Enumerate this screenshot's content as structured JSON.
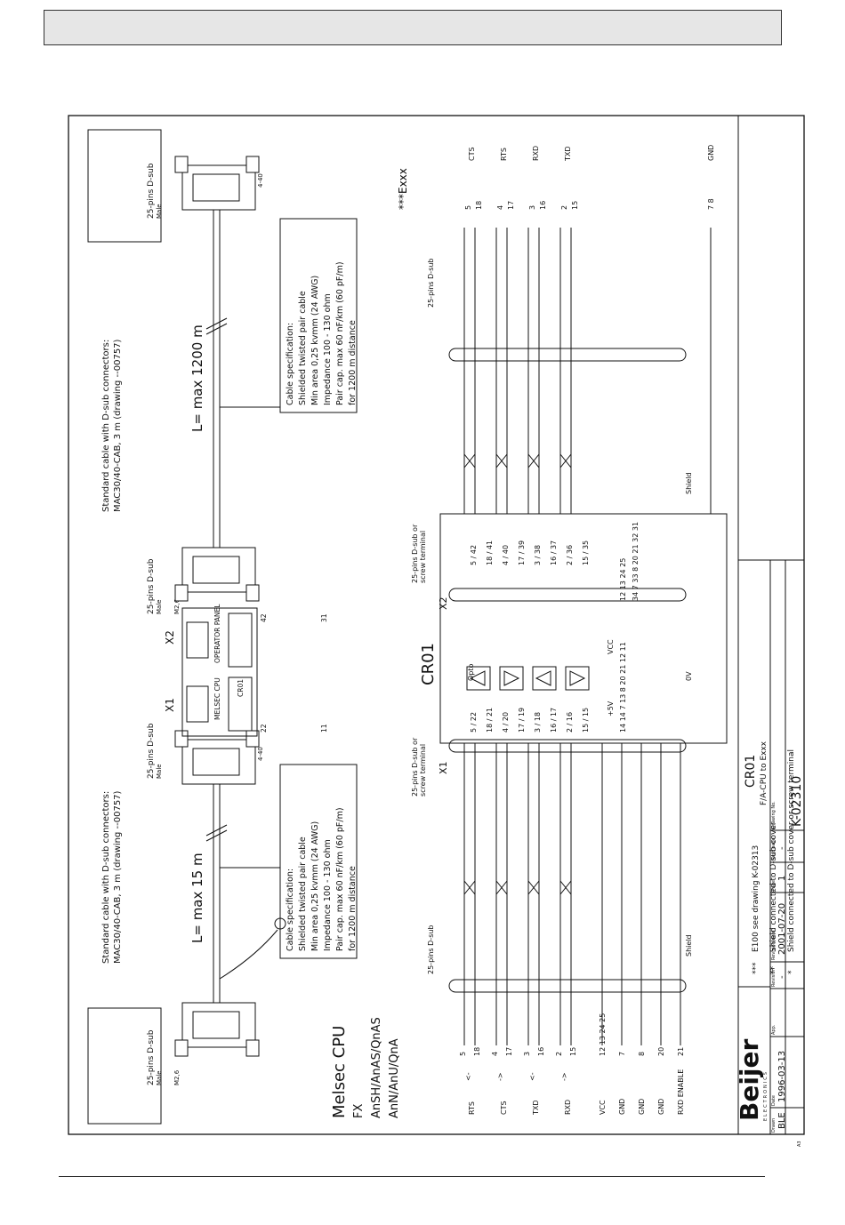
{
  "header": {
    "title": ""
  },
  "left_cable": {
    "title": [
      "Standard cable with D-sub connectors:",
      "MAC30/40-CAB, 3 m  (drawing --00757)"
    ],
    "connector_a": [
      "25-pins D-sub",
      "Male",
      "M2,6"
    ],
    "connector_b": [
      "25-pins D-sub",
      "Male",
      "4-40"
    ],
    "length": "L= max 15 m",
    "spec": [
      "Cable specification:",
      "Shielded twisted pair cable",
      "Min area 0,25 kvmm (24 AWG)",
      "Impedance 100 - 130 ohm",
      "Pair cap. max 60 nF/km (60 pF/m)",
      "for 1200 m distance"
    ]
  },
  "right_cable": {
    "title": [
      "Standard cable with D-sub connectors:",
      "MAC30/40-CAB, 3 m  (drawing --00757)"
    ],
    "connector_a": [
      "25-pins D-sub",
      "Male",
      "M2,6"
    ],
    "connector_b": [
      "25-pins D-sub",
      "Male",
      "4-40"
    ],
    "length": "L= max 1200 m",
    "spec": [
      "Cable specification:",
      "Shielded twisted pair cable",
      "Min area 0,25 kvmm (24 AWG)",
      "Impedance 100 - 130 ohm",
      "Pair cap. max 60 nF/km (60 pF/m)",
      "for 1200 m distance"
    ]
  },
  "module": {
    "x1": "X1",
    "x2": "X2",
    "panel_label": "OPERATOR PANEL",
    "cpu_label": "MELSEC CPU",
    "board": "CR01",
    "pin_l": "22",
    "pin_l2": "11",
    "pin_r": "42",
    "pin_r2": "31"
  },
  "cpu_models": [
    "Melsec CPU",
    "FX",
    "AnSH/AnAS/QnAS",
    "AnN/AnU/QnA"
  ],
  "left_signals": [
    {
      "name": "RTS",
      "p1": "5",
      "p2": "18",
      "dir": "<-"
    },
    {
      "name": "CTS",
      "p1": "4",
      "p2": "17",
      "dir": "->"
    },
    {
      "name": "TXD",
      "p1": "3",
      "p2": "16",
      "dir": "<-"
    },
    {
      "name": "RXD",
      "p1": "2",
      "p2": "15",
      "dir": "->"
    }
  ],
  "left_power": [
    {
      "name": "VCC",
      "pins": [
        "12",
        "13",
        "24",
        "25"
      ]
    },
    {
      "name": "GND",
      "pins": [
        "7"
      ]
    },
    {
      "name": "GND",
      "pins": [
        "8"
      ]
    },
    {
      "name": "GND",
      "pins": [
        "20"
      ]
    },
    {
      "name": "RXD ENABLE",
      "pins": [
        "21"
      ]
    }
  ],
  "right_signals": [
    {
      "name": "CTS",
      "p1": "5",
      "p2": "18"
    },
    {
      "name": "RTS",
      "p1": "4",
      "p2": "17"
    },
    {
      "name": "RXD",
      "p1": "3",
      "p2": "16"
    },
    {
      "name": "TXD",
      "p1": "2",
      "p2": "15"
    }
  ],
  "right_gnd": {
    "name": "GND",
    "pins": [
      "7",
      "8"
    ]
  },
  "connector_labels": {
    "dsub_left": "25-pins D-sub",
    "dsub_right": "25-pins D-sub",
    "x1_term": [
      "25-pins D-sub or",
      "screw terminal"
    ],
    "x2_term": [
      "25-pins D-sub or",
      "screw terminal"
    ],
    "x1": "X1",
    "x2": "X2",
    "shield": "Shield"
  },
  "cr01": {
    "title": "CR01",
    "opto": "Opto",
    "x1_pins": [
      [
        "5",
        "22"
      ],
      [
        "18",
        "21"
      ],
      [
        "4",
        "20"
      ],
      [
        "17",
        "19"
      ],
      [
        "3",
        "18"
      ],
      [
        "16",
        "17"
      ],
      [
        "2",
        "16"
      ],
      [
        "15",
        "15"
      ]
    ],
    "x2_pins": [
      [
        "5",
        "42"
      ],
      [
        "18",
        "41"
      ],
      [
        "4",
        "40"
      ],
      [
        "17",
        "39"
      ],
      [
        "3",
        "38"
      ],
      [
        "16",
        "37"
      ],
      [
        "2",
        "36"
      ],
      [
        "15",
        "35"
      ]
    ],
    "x1_pwr": [
      "14",
      "14",
      "7",
      "13",
      "8",
      "20",
      "21",
      "12",
      "11"
    ],
    "x2_pwr": [
      "12",
      "13",
      "24",
      "25",
      "34",
      "7",
      "33",
      "8",
      "20",
      "21",
      "32",
      "31"
    ],
    "vcc": "VCC",
    "p5v": "+5V",
    "ov": "0V"
  },
  "exxx": "***Exxx",
  "notes": [
    {
      "mark": "***",
      "text": "E100 see drawing K-02313"
    },
    {
      "mark": "**",
      "text": "Shield connected to D-sub cover"
    },
    {
      "mark": "*",
      "text": "Shield connected to D-sub cover or screw terminal"
    }
  ],
  "title_block": {
    "title": "CR01",
    "subtitle": "F/A-CPU to Exxx",
    "drawn_lbl": "Drawn",
    "drawn": "BLE",
    "date_lbl": "Date",
    "date": "1996-03-13",
    "app_lbl": "App.",
    "revision_lbl": "Revision",
    "revision": "-",
    "rev_date_lbl": "Revision date",
    "rev_date": "2001-07-20",
    "page_lbl": "Page",
    "page": "1",
    "next_lbl": "Next page",
    "next": "-",
    "dwg_lbl": "Drawing No.",
    "dwg": "K-02310",
    "logo": "Beijer",
    "logo_sub": "ELECTRONICS",
    "size": "A3"
  }
}
